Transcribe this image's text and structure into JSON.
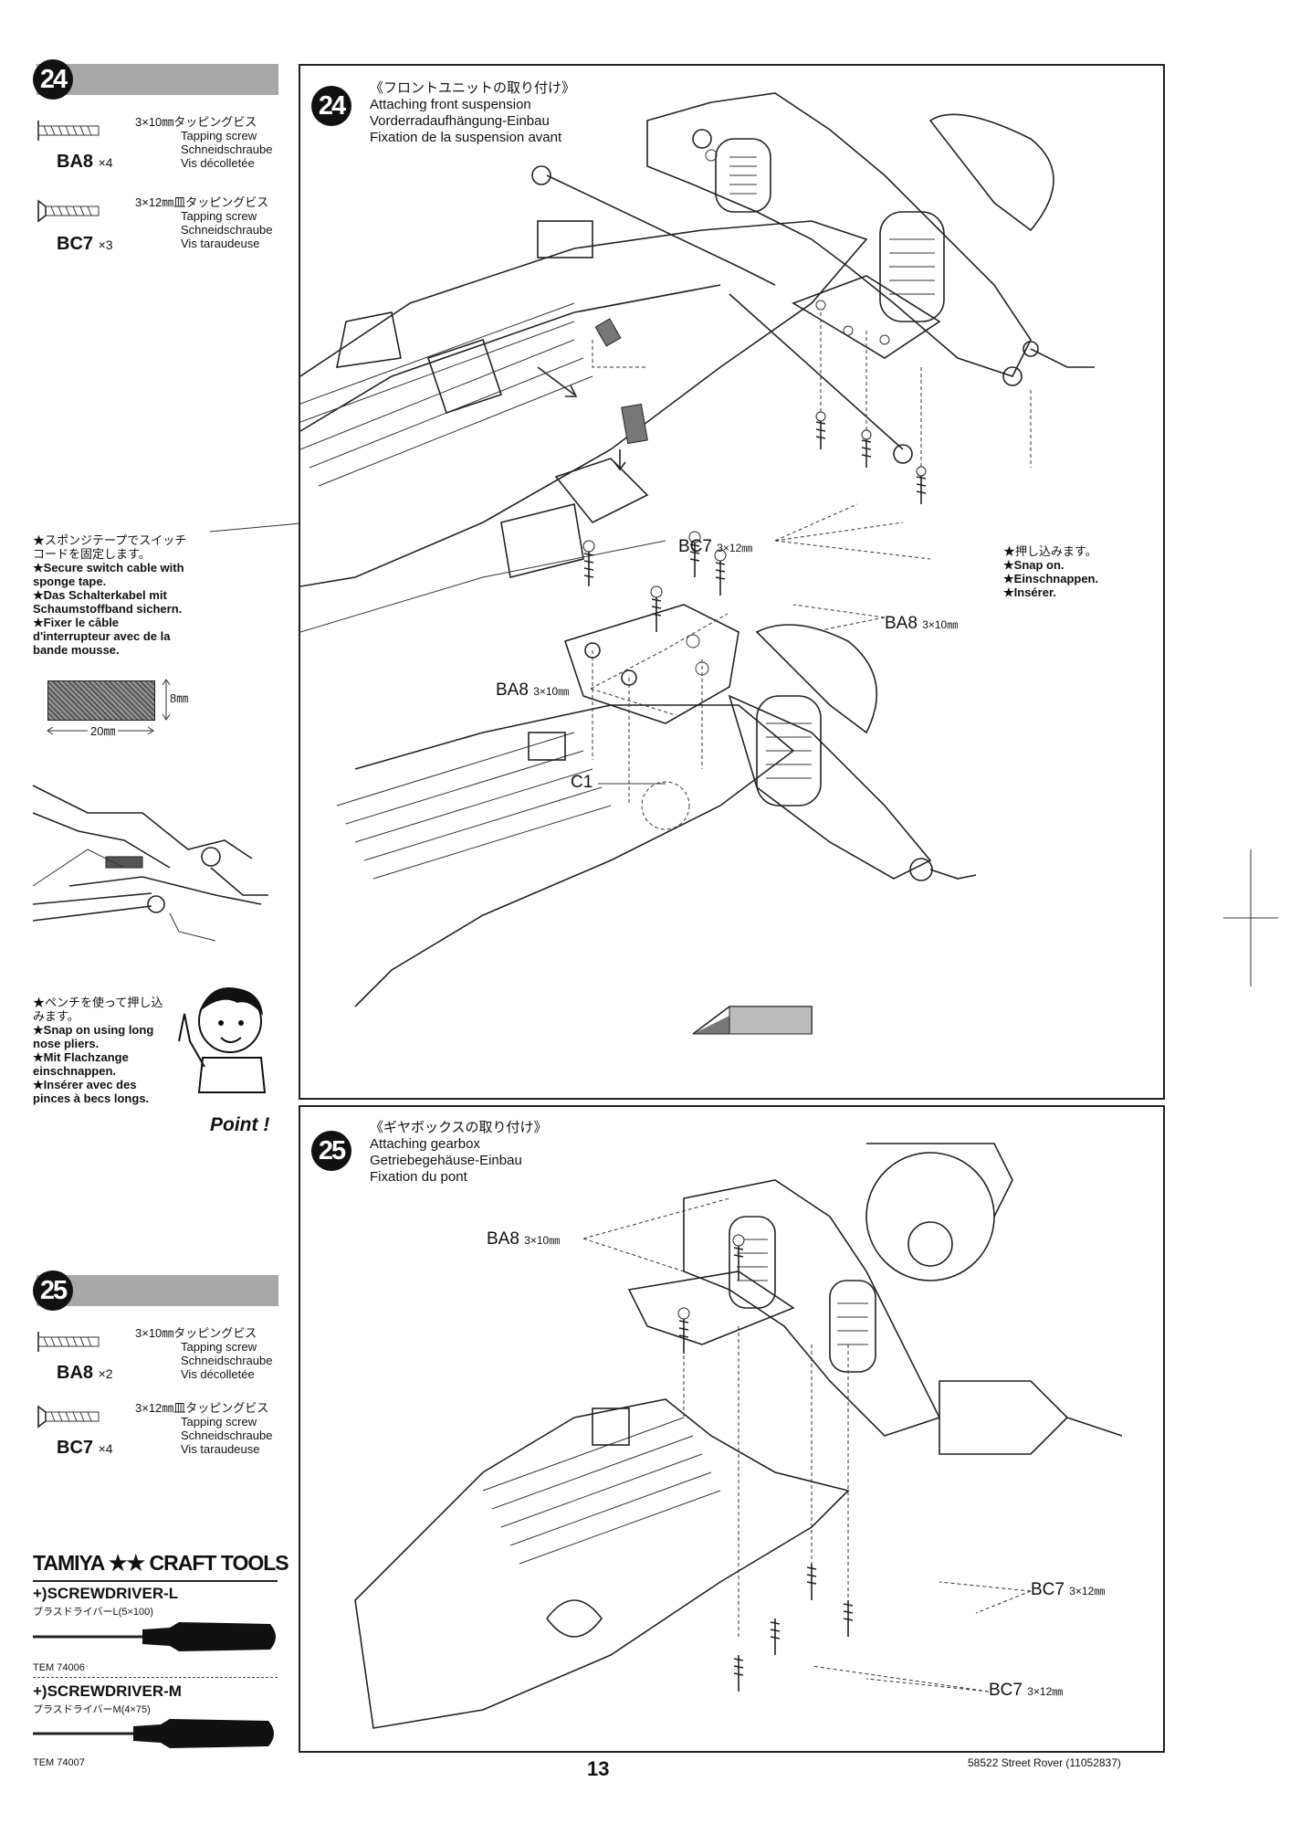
{
  "sidebar": {
    "step24": {
      "number": "24",
      "screws": [
        {
          "desc_ja": "3×10㎜タッピングビス",
          "desc_en": "Tapping screw",
          "desc_de": "Schneidschraube",
          "desc_fr": "Vis décolletée",
          "code": "BA8",
          "qty": "×4"
        },
        {
          "desc_ja": "3×12㎜皿タッピングビス",
          "desc_en": "Tapping screw",
          "desc_de": "Schneidschraube",
          "desc_fr": "Vis taraudeuse",
          "code": "BC7",
          "qty": "×3"
        }
      ],
      "sponge_note": [
        "★スポンジテープでスイッチ",
        "コードを固定します。",
        "★Secure switch cable with",
        "sponge tape.",
        "★Das Schalterkabel mit",
        "Schaumstoffband sichern.",
        "★Fixer le câble",
        "d'interrupteur avec de la",
        "bande mousse."
      ],
      "tape_dims": {
        "height": "8㎜",
        "width": "20㎜"
      },
      "pliers_note": [
        "★ペンチを使って押し込",
        "みます。",
        "★Snap on using long",
        "nose pliers.",
        "★Mit Flachzange",
        "einschnappen.",
        "★Insérer avec des",
        "pinces à becs longs."
      ],
      "point_label": "Point !"
    },
    "step25": {
      "number": "25",
      "screws": [
        {
          "desc_ja": "3×10㎜タッピングビス",
          "desc_en": "Tapping screw",
          "desc_de": "Schneidschraube",
          "desc_fr": "Vis décolletée",
          "code": "BA8",
          "qty": "×2"
        },
        {
          "desc_ja": "3×12㎜皿タッピングビス",
          "desc_en": "Tapping screw",
          "desc_de": "Schneidschraube",
          "desc_fr": "Vis taraudeuse",
          "code": "BC7",
          "qty": "×4"
        }
      ]
    },
    "tools": {
      "brand": "TAMIYA ★★ CRAFT TOOLS",
      "items": [
        {
          "name": "+)SCREWDRIVER-L",
          "sub": "プラスドライバーL(5×100)",
          "code": "TEM 74006"
        },
        {
          "name": "+)SCREWDRIVER-M",
          "sub": "プラスドライバーM(4×75)",
          "code": "TEM 74007"
        }
      ]
    }
  },
  "panel24": {
    "number": "24",
    "title_ja": "《フロントユニットの取り付け》",
    "title_en": "Attaching front suspension",
    "title_de": "Vorderradaufhängung-Einbau",
    "title_fr": "Fixation de la suspension avant",
    "callouts": {
      "bc7": {
        "code": "BC7",
        "size": "3×12㎜"
      },
      "ba8_right": {
        "code": "BA8",
        "size": "3×10㎜"
      },
      "ba8_left": {
        "code": "BA8",
        "size": "3×10㎜"
      },
      "c1": {
        "code": "C1"
      }
    },
    "snap_note": [
      "★押し込みます。",
      "★Snap on.",
      "★Einschnappen.",
      "★Insérer."
    ]
  },
  "panel25": {
    "number": "25",
    "title_ja": "《ギヤボックスの取り付け》",
    "title_en": "Attaching gearbox",
    "title_de": "Getriebegehäuse-Einbau",
    "title_fr": "Fixation du pont",
    "callouts": {
      "ba8": {
        "code": "BA8",
        "size": "3×10㎜"
      },
      "bc7_a": {
        "code": "BC7",
        "size": "3×12㎜"
      },
      "bc7_b": {
        "code": "BC7",
        "size": "3×12㎜"
      }
    }
  },
  "footer": {
    "page_number": "13",
    "product": "58522 Street Rover (11052837)"
  }
}
